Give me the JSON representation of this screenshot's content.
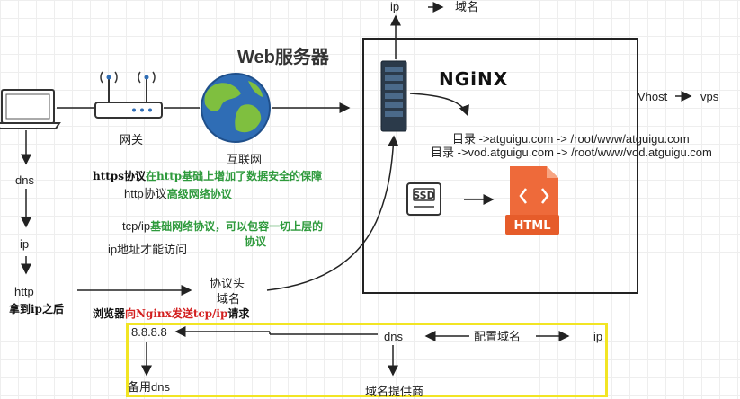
{
  "title": "Web服务器",
  "top": {
    "ip": "ip",
    "domain": "域名"
  },
  "nodes": {
    "gateway": "网关",
    "internet": "互联网",
    "nginx_logo": "NGiNX",
    "vhost": "Vhost",
    "vps": "vps"
  },
  "directories": {
    "line1": "目录 ->atguigu.com -> /root/www/atguigu.com",
    "line2": "目录 ->vod.atguigu.com -> /root/www/vod.atguigu.com"
  },
  "icons": {
    "ssd": "SSD",
    "html": "HTML"
  },
  "protocols": {
    "https_prefix": "https协议",
    "https_desc": "在http基础上增加了数据安全的保障",
    "http_prefix": "http协议",
    "http_desc": "高级网络协议",
    "tcpip_prefix": "tcp/ip",
    "tcpip_desc": "基础网络协议，可以包容一切上层的",
    "tcpip_desc2": "协议",
    "ip_access": "ip地址才能访问"
  },
  "flow": {
    "dns": "dns",
    "ip": "ip",
    "http": "http",
    "after_ip": "拿到ip之后",
    "protocol_header": "协议头",
    "domain": "域名",
    "browser_prefix": "浏览器",
    "browser_mid": "向Nginx发送tcp/ip",
    "browser_suffix": "请求"
  },
  "dns_box": {
    "dns_ip": "8.8.8.8",
    "backup": "备用dns",
    "dns": "dns",
    "config": "配置域名",
    "ip": "ip",
    "provider": "域名提供商"
  },
  "colors": {
    "accent_green": "#2e9a3c",
    "accent_red": "#d32020",
    "highlight_yellow": "#f2e524",
    "globe_blue": "#2f6db5"
  }
}
